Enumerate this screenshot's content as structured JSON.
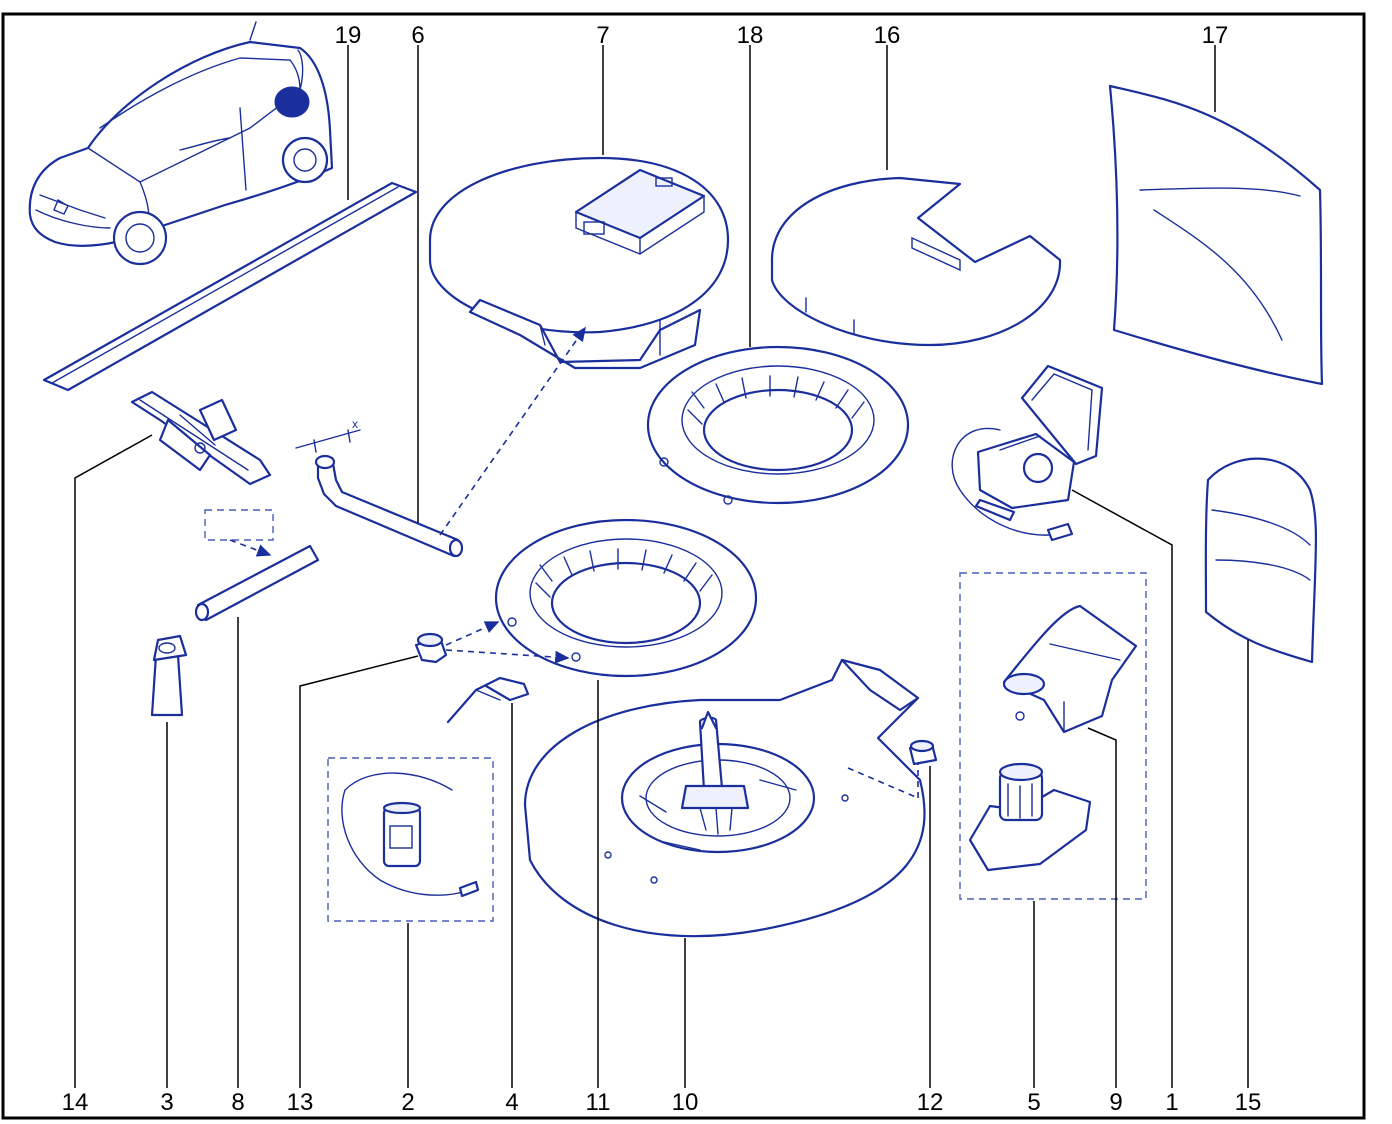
{
  "diagram": {
    "top_callouts": [
      "19",
      "6",
      "7",
      "18",
      "16",
      "17"
    ],
    "bottom_callouts": [
      "14",
      "3",
      "8",
      "13",
      "2",
      "4",
      "11",
      "10",
      "12",
      "5",
      "9",
      "1",
      "15"
    ],
    "dimension_label": "x",
    "colors": {
      "line": "#1a2f9c",
      "frame": "#000000",
      "background": "#ffffff"
    }
  }
}
